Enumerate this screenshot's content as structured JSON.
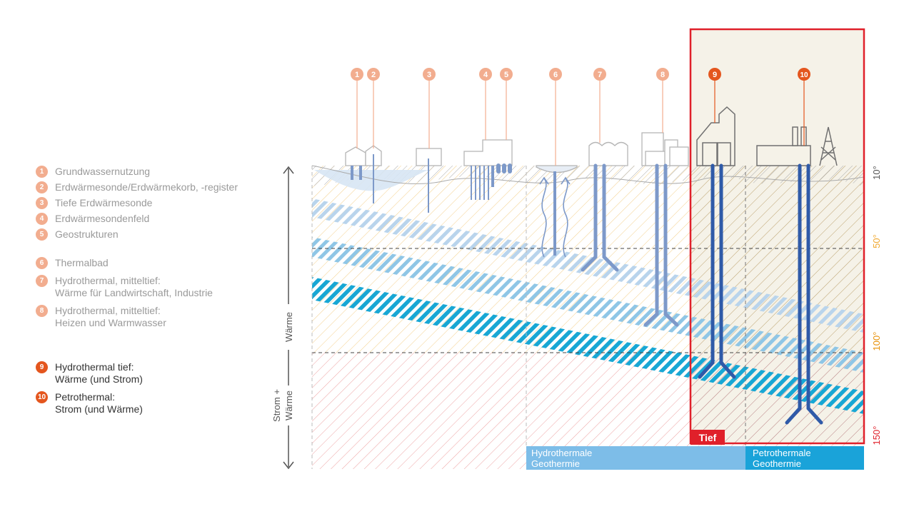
{
  "legend": {
    "items": [
      {
        "num": "1",
        "line1": "Grundwassernutzung",
        "line2": "",
        "tone": "light"
      },
      {
        "num": "2",
        "line1": "Erdwärmesonde/Erdwärmekorb, -register",
        "line2": "",
        "tone": "light"
      },
      {
        "num": "3",
        "line1": "Tiefe Erdwärmesonde",
        "line2": "",
        "tone": "light"
      },
      {
        "num": "4",
        "line1": "Erdwärmesondenfeld",
        "line2": "",
        "tone": "light"
      },
      {
        "num": "5",
        "line1": "Geostrukturen",
        "line2": "",
        "tone": "light"
      },
      {
        "num": "6",
        "line1": "Thermalbad",
        "line2": "",
        "tone": "light"
      },
      {
        "num": "7",
        "line1": "Hydrothermal, mitteltief:",
        "line2": "Wärme für Landwirtschaft, Industrie",
        "tone": "light"
      },
      {
        "num": "8",
        "line1": "Hydrothermal, mitteltief:",
        "line2": "Heizen und Warmwasser",
        "tone": "light"
      },
      {
        "num": "9",
        "line1": "Hydrothermal tief:",
        "line2": "Wärme (und Strom)",
        "tone": "dark"
      },
      {
        "num": "10",
        "line1": "Petrothermal:",
        "line2": "Strom (und Wärme)",
        "tone": "dark"
      }
    ]
  },
  "axis": {
    "waerme": "Wärme",
    "strom_line1": "Strom +",
    "strom_line2": "Wärme"
  },
  "temperatures": [
    {
      "label": "10°",
      "color": "#555555"
    },
    {
      "label": "50°",
      "color": "#f0a830"
    },
    {
      "label": "100°",
      "color": "#e8920a"
    },
    {
      "label": "150°",
      "color": "#e0202a"
    }
  ],
  "callouts": [
    "1",
    "2",
    "3",
    "4",
    "5",
    "6",
    "7",
    "8",
    "9",
    "10"
  ],
  "badges": {
    "tief": "Tief",
    "hydro_line1": "Hydrothermale",
    "hydro_line2": "Geothermie",
    "petro_line1": "Petrothermale",
    "petro_line2": "Geothermie"
  },
  "colors": {
    "light_callout": "#f2ad8f",
    "dark_callout": "#e4561e",
    "highlight_frame": "#e0202a",
    "hydro_band": "#7dbde8",
    "petro_band": "#1aa3d9",
    "pipe": "#2f5aa8"
  }
}
